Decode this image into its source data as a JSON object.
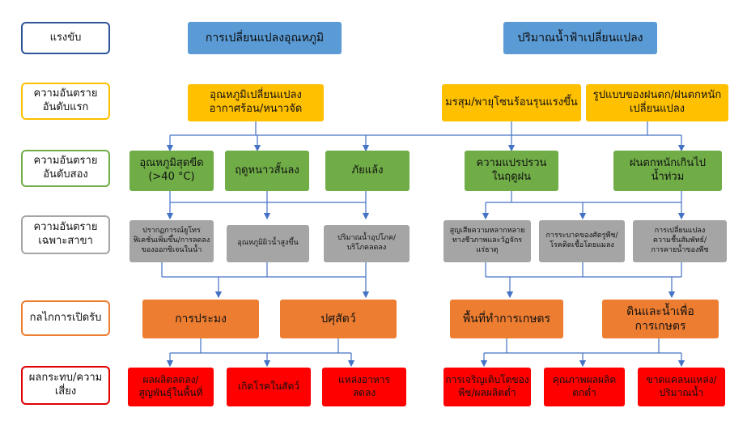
{
  "labels": {
    "driver": "แรงขับ",
    "primary_hazard": "ความอันตราย\nอันดับแรก",
    "secondary_hazard": "ความอันตราย\nอันดับสอง",
    "sector_hazard": "ความอันตราย\nเฉพาะสาขา",
    "exposure": "กลไกการเปิดรับ",
    "impact": "ผลกระทบ/ความ\nเสี่ยง"
  },
  "drivers": {
    "temperature_change": "การเปลี่ยนแปลงอุณหภูมิ",
    "rainfall_change": "ปริมาณน้ำฟ้าเปลี่ยนแปลง"
  },
  "primary": {
    "temp_weather": "อุณหภูมิเปลี่ยนแปลง\nอากาศร้อน/หนาวจัด",
    "storms": "มรสุม/พายุโซนร้อนรุนแรงขึ้น",
    "rain_pattern": "รูปแบบของฝนตก/ฝนตกหนัก\nเปลี่ยนแปลง"
  },
  "secondary": {
    "extreme_heat": "อุณหภูมิสุดขีด\n(>40 °C)",
    "shorter_winter": "ฤดูหนาวสั้นลง",
    "drought": "ภัยแล้ง",
    "rain_variability": "ความแปรปรวน\nในฤดูฝน",
    "heavy_rain_flood": "ฝนตกหนักเกินไป\nน้ำท่วม"
  },
  "sector": {
    "algal_bloom": "ปรากฏการณ์ยูโทร\nฟิเคชั่นเพิ่มขึ้น/การลดลง\nของออกซิเจนในน้ำ",
    "water_surface_temp": "อุณหภูมิผิวน้ำสูงขึ้น",
    "water_supply": "ปริมาณน้ำอุปโภค/\nบริโภคลดลง",
    "biodiversity_loss": "สูญเสียความหลากหลาย\nทางชีวภาพและวัฏจักร\nแร่ธาตุ",
    "pests_disease": "การระบาดของศัตรูพืช/\nโรคติดเชื้อโดยแมลง",
    "soil_moisture": "การเปลี่ยนแปลง\nความชื้นสัมพัทธ์/\nการคายน้ำของพืช"
  },
  "exposure": {
    "fisheries": "การประมง",
    "livestock": "ปศุสัตว์",
    "agri_area": "พื้นที่ทำการเกษตร",
    "soil_water": "ดินและน้ำเพื่อการเกษตร"
  },
  "impacts": {
    "yield_loss": "ผลผลิตลดลง/\nสูญพันธุ์ในพื้นที่",
    "animal_disease": "เกิดโรคในสัตว์",
    "food_source": "แหล่งอาหาร\nลดลง",
    "low_yield": "การเจริญเติบโตของ\nพืช/ผลผลิตต่ำ",
    "low_quality": "คุณภาพผลผลิต\nตกต่ำ",
    "water_shortage": "ขาดแคลนแหล่ง/\nปริมาณน้ำ"
  },
  "colors": {
    "driver": "#5B9BD5",
    "primary": "#FFC000",
    "secondary": "#70AD47",
    "sector": "#A5A5A5",
    "exposure": "#ED7D31",
    "impact": "#FF0000",
    "connector": "#4472C4"
  }
}
